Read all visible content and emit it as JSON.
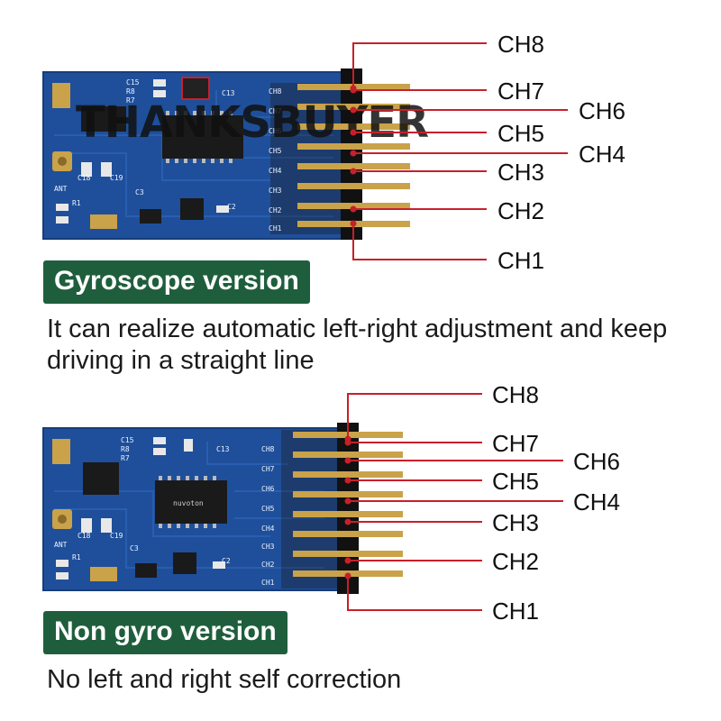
{
  "watermark": "THANKSBUYER",
  "gyro": {
    "badge": "Gyroscope version",
    "description": "It can realize automatic left-right adjustment and keep driving in a straight line",
    "channels": [
      "CH8",
      "CH7",
      "CH6",
      "CH5",
      "CH4",
      "CH3",
      "CH2",
      "CH1"
    ],
    "pcb_labels": [
      "C15",
      "R8",
      "R7",
      "C13",
      "CH8",
      "CH7",
      "CH6",
      "CH5",
      "CH4",
      "CH3",
      "CH2",
      "CH1",
      "C18",
      "C19",
      "ANT",
      "R1",
      "C3",
      "C2"
    ]
  },
  "nongyro": {
    "badge": "Non gyro version",
    "description": "No left and right self correction",
    "channels": [
      "CH8",
      "CH7",
      "CH6",
      "CH5",
      "CH4",
      "CH3",
      "CH2",
      "CH1"
    ],
    "pcb_labels": [
      "C15",
      "R8",
      "R7",
      "C13",
      "CH8",
      "CH7",
      "CH6",
      "CH5",
      "CH4",
      "CH3",
      "CH2",
      "CH1",
      "C18",
      "C19",
      "ANT",
      "R1",
      "C3",
      "C2",
      "nuvoton"
    ]
  },
  "colors": {
    "pcb": "#1f4f9a",
    "pcb_dark": "#173d7a",
    "badge": "#1f5e3c",
    "leader": "#c8202a",
    "pin": "#c9a24a"
  }
}
